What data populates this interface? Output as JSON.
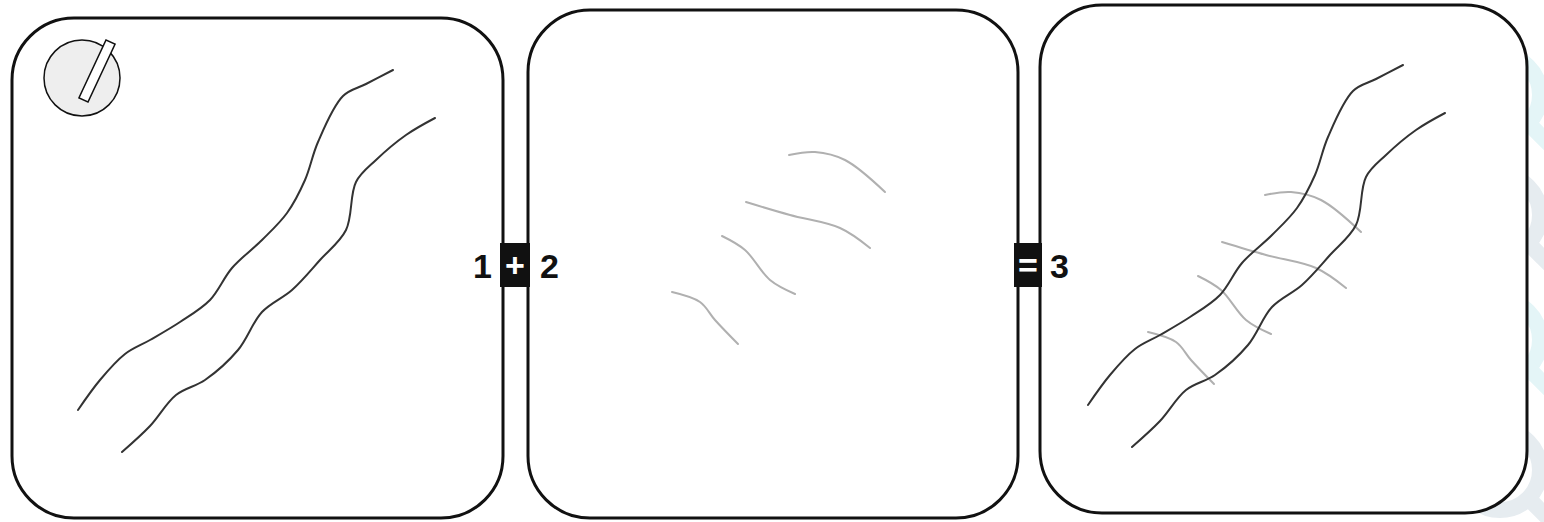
{
  "diagram": {
    "nodes": [
      {
        "text": [
          "+"
        ]
      },
      {
        "text": [
          "="
        ]
      }
    ],
    "labels": [
      "1",
      "2",
      "3"
    ]
  }
}
